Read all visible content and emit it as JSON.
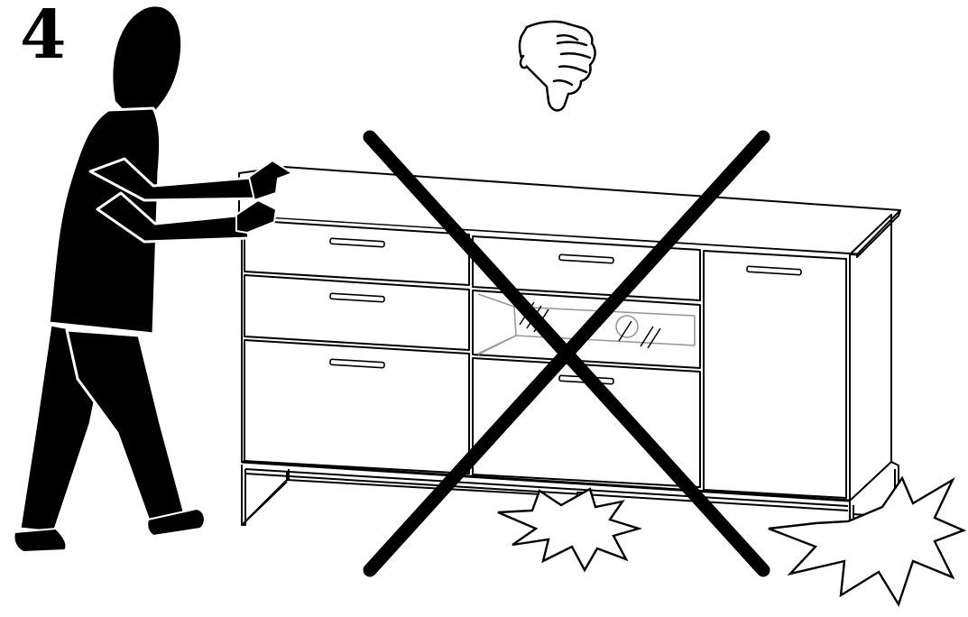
{
  "step": {
    "number": "4"
  },
  "illustration": {
    "subject": "sideboard",
    "action": "dragging-across-floor",
    "verdict": "incorrect",
    "icons": [
      "thumbs-down-icon",
      "cross-mark-icon",
      "impact-burst-icon"
    ]
  },
  "colors": {
    "ink": "#000000",
    "paper": "#ffffff",
    "glass": "#999999"
  }
}
